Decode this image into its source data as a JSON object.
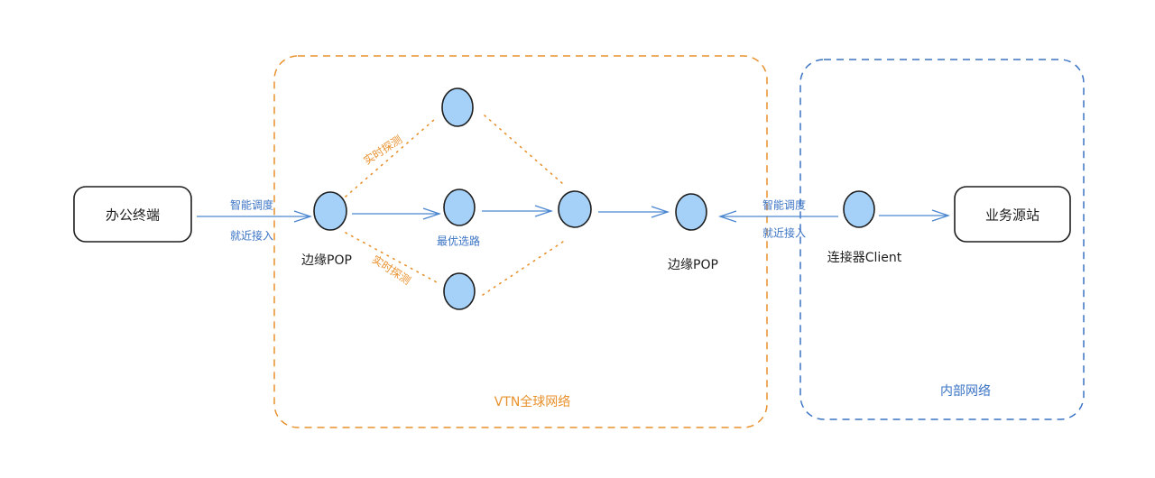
{
  "colors": {
    "vtn_region": "#e8912c",
    "internal_region": "#3a73c4",
    "node_fill": "#a5d0f7",
    "node_stroke": "#1e1e1e",
    "arrow": "#4a86d0",
    "probe_line": "#e8912c"
  },
  "boxes": {
    "office_terminal": "办公终端",
    "business_origin": "业务源站"
  },
  "regions": {
    "vtn": "VTN全球网络",
    "internal": "内部网络"
  },
  "labels": {
    "left_top": "智能调度",
    "left_bottom": "就近接入",
    "right_top": "智能调度",
    "right_bottom": "就近接入",
    "edge_pop_left": "边缘POP",
    "edge_pop_right": "边缘POP",
    "best_route": "最优选路",
    "probe_upper": "实时探测",
    "probe_lower": "实时探测",
    "connector_client": "连接器Client"
  }
}
